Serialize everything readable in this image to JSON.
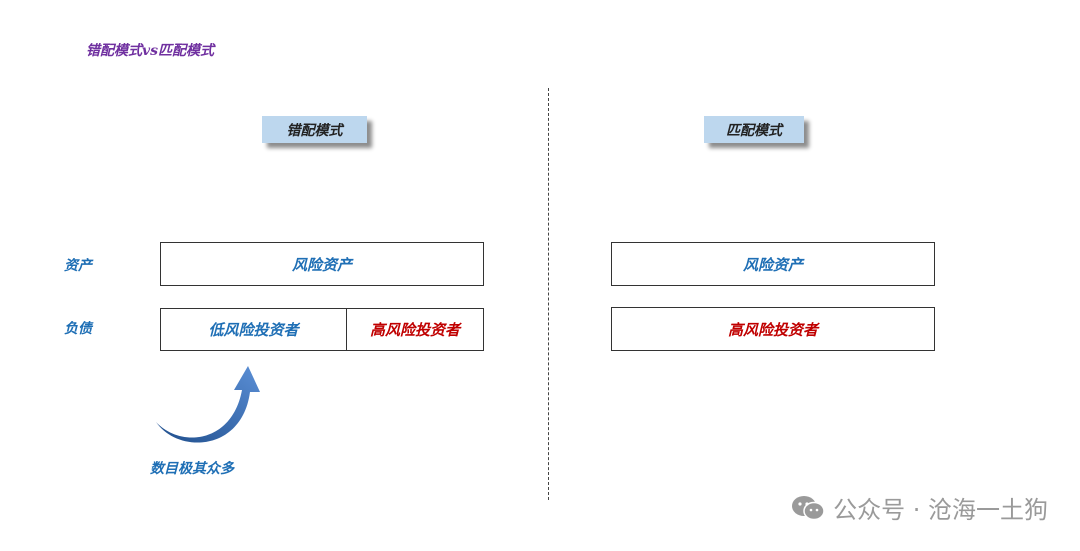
{
  "title": "错配模式vs匹配模式",
  "left": {
    "tag": "错配模式",
    "row_assets_label": "资产",
    "row_liabilities_label": "负债",
    "assets_box": "风险资产",
    "liab_low": "低风险投资者",
    "liab_high": "高风险投资者",
    "arrow_note": "数目极其众多"
  },
  "right": {
    "tag": "匹配模式",
    "assets_box": "风险资产",
    "liab_box": "高风险投资者"
  },
  "watermark": "公众号 · 沧海一土狗",
  "colors": {
    "title": "#7030a0",
    "tag_bg": "#bdd7ee",
    "blue_text": "#1f6fb5",
    "red_text": "#c00000",
    "arrow": "#2f5597"
  }
}
